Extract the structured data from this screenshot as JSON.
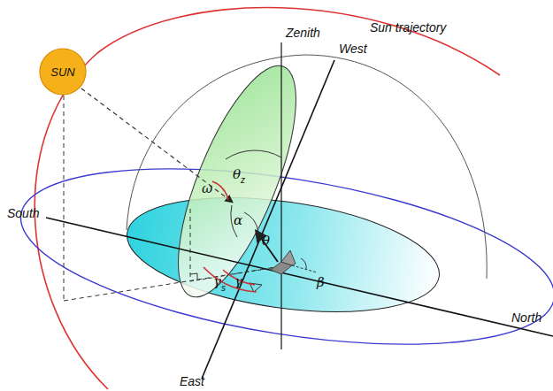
{
  "diagram": {
    "nodes": [
      {
        "text": [
          "SUN"
        ]
      }
    ],
    "labels": [
      "Sun trajectory",
      "Zenith",
      "West",
      "South",
      "North",
      "East",
      "ω",
      "θ",
      "z",
      "α",
      "θ",
      "γ",
      "s",
      "γ",
      "β"
    ]
  }
}
